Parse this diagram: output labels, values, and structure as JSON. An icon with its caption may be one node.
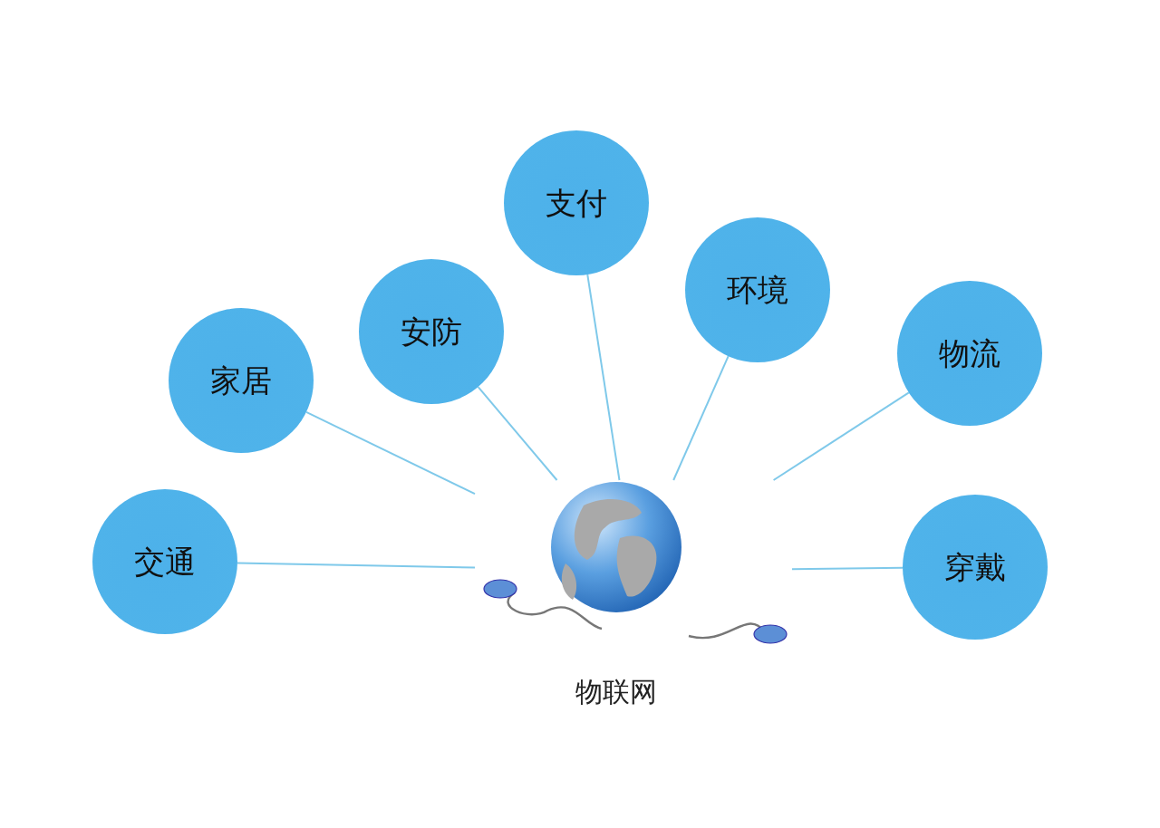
{
  "diagram": {
    "nodes": [
      {
        "text": [
          "交通"
        ]
      },
      {
        "text": [
          "家居"
        ]
      },
      {
        "text": [
          "安防"
        ]
      },
      {
        "text": [
          "支付"
        ]
      },
      {
        "text": [
          "环境"
        ]
      },
      {
        "text": [
          "物流"
        ]
      },
      {
        "text": [
          "穿戴"
        ]
      },
      {
        "text": [],
        "shape": "picture",
        "beside": [
          "物联网"
        ]
      }
    ],
    "edges": [
      {
        "from": 0,
        "to": 7,
        "arrow": "none"
      },
      {
        "from": 1,
        "to": 7,
        "arrow": "none"
      },
      {
        "from": 2,
        "to": 7,
        "arrow": "none"
      },
      {
        "from": 3,
        "to": 7,
        "arrow": "none"
      },
      {
        "from": 4,
        "to": 7,
        "arrow": "none"
      },
      {
        "from": 5,
        "to": 7,
        "arrow": "none"
      },
      {
        "from": 6,
        "to": 7,
        "arrow": "none"
      }
    ]
  }
}
